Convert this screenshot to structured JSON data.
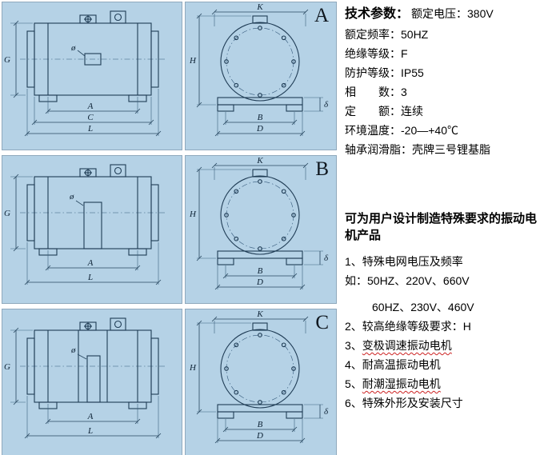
{
  "colors": {
    "drawing_bg": "#b5d2e6",
    "wavy_underline": "#cc2222",
    "line": "#1f3c55"
  },
  "dim_labels": {
    "g": "G",
    "dia": "ø",
    "a": "A",
    "c": "C",
    "l": "L",
    "k": "K",
    "h": "H",
    "b": "B",
    "d": "D",
    "delta": "δ"
  },
  "panels": [
    {
      "label": "A"
    },
    {
      "label": "B"
    },
    {
      "label": "C"
    }
  ],
  "specs": {
    "title": "技术参数：",
    "rows": [
      {
        "label": "额定电压：",
        "value": "380V"
      },
      {
        "label": "额定频率：",
        "value": "50HZ"
      },
      {
        "label": "绝缘等级：",
        "value": "F"
      },
      {
        "label": "防护等级：",
        "value": "IP55"
      },
      {
        "label": "相　　数：",
        "value": "3"
      },
      {
        "label": "定　　额：",
        "value": "连续"
      },
      {
        "label": "环境温度：",
        "value": "-20—+40℃"
      },
      {
        "label": "轴承润滑脂：",
        "value": "壳牌三号锂基脂"
      }
    ]
  },
  "custom": {
    "heading": "可为用户设计制造特殊要求的振动电机产品",
    "items": [
      {
        "num": "1、",
        "text": "特殊电网电压及频率"
      },
      {
        "num": "如：",
        "text": "50HZ、220V、660V"
      },
      {
        "num": "",
        "text": "60HZ、230V、460V"
      },
      {
        "num": "2、",
        "text": "较高绝缘等级要求：H"
      },
      {
        "num": "3、",
        "text": "变极调速振动电机"
      },
      {
        "num": "4、",
        "text": "耐高温振动电机"
      },
      {
        "num": "5、",
        "text": "耐潮湿振动电机"
      },
      {
        "num": "6、",
        "text": "特殊外形及安装尺寸"
      }
    ]
  }
}
